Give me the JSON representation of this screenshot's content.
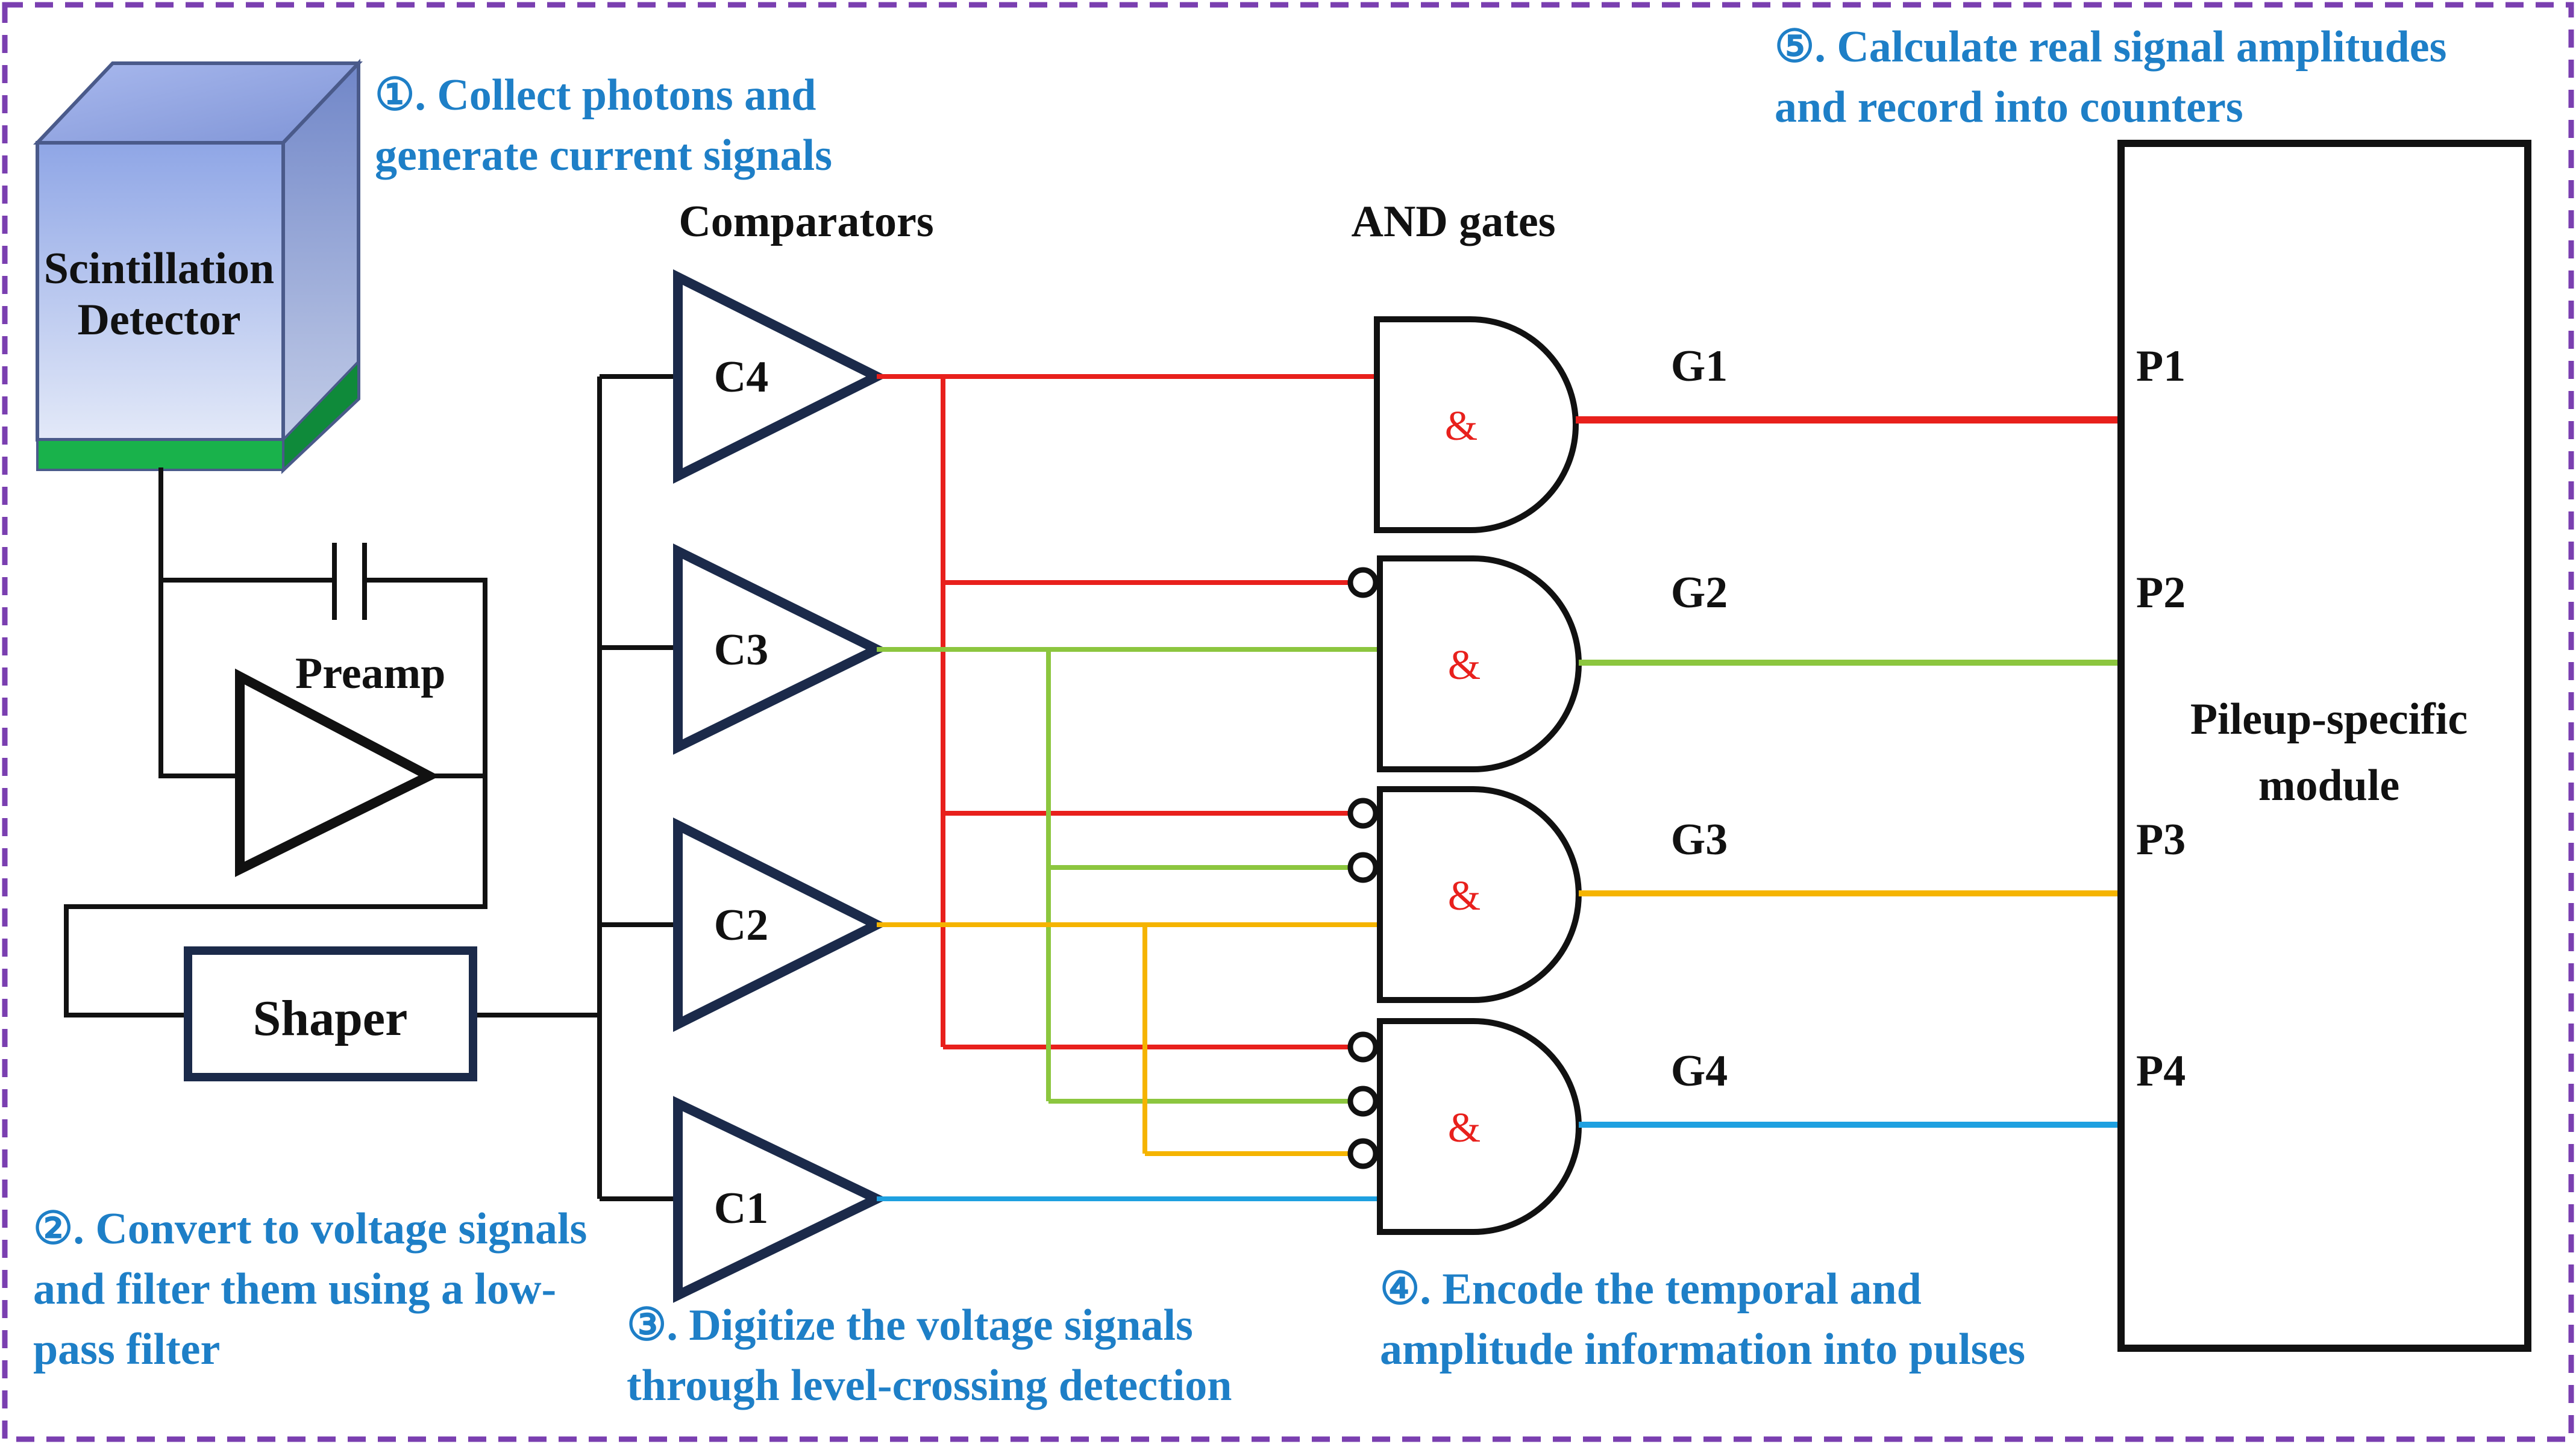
{
  "steps": {
    "step1": [
      "①. Collect photons and",
      "generate current signals"
    ],
    "step2": [
      "②. Convert to voltage signals",
      "and filter them using a low-",
      "pass filter"
    ],
    "step3": [
      "③. Digitize the voltage signals",
      "through level-crossing detection"
    ],
    "step4": [
      "④. Encode the temporal and",
      "amplitude information into pulses"
    ],
    "step5": [
      "⑤. Calculate real signal amplitudes",
      "and record into counters"
    ]
  },
  "detector": {
    "line1": "Scintillation",
    "line2": "Detector"
  },
  "preamp": "Preamp",
  "shaper": "Shaper",
  "comparators_title": "Comparators",
  "comparators": [
    "C4",
    "C3",
    "C2",
    "C1"
  ],
  "and_gates_title": "AND gates",
  "and_symbol": "&",
  "gates": [
    "G1",
    "G2",
    "G3",
    "G4"
  ],
  "ports": [
    "P1",
    "P2",
    "P3",
    "P4"
  ],
  "module": {
    "line1": "Pileup-specific",
    "line2": "module"
  },
  "colors": {
    "border": "#7a3fb0",
    "step_text": "#1e7fc7",
    "c4_red": "#e8201c",
    "c3_green": "#8cc63f",
    "c2_yellow": "#f5b400",
    "c1_blue": "#1ea0e0",
    "block_outline": "#1b2a4a",
    "detector_face": "#c7d3f2",
    "detector_base": "#19b24b"
  }
}
